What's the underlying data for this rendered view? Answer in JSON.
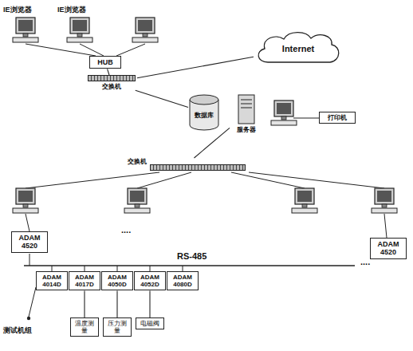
{
  "diagram": {
    "nodes": [
      {
        "text": [
          "HUB"
        ]
      },
      {
        "text": [
          "Internet"
        ]
      },
      {
        "text": [
          "交换机"
        ]
      },
      {
        "text": [
          "数据库"
        ]
      },
      {
        "text": [
          "服务器"
        ]
      },
      {
        "text": [
          "打印机"
        ]
      },
      {
        "text": [
          "交换机"
        ]
      },
      {
        "text": [
          "ADAM 4520"
        ]
      },
      {
        "text": [
          "ADAM 4520"
        ]
      },
      {
        "text": [
          "ADAM 4014D"
        ]
      },
      {
        "text": [
          "ADAM 4017D"
        ]
      },
      {
        "text": [
          "ADAM 4050D"
        ]
      },
      {
        "text": [
          "ADAM 4052D"
        ]
      },
      {
        "text": [
          "ADAM 4080D"
        ]
      },
      {
        "text": [
          "温度测量"
        ]
      },
      {
        "text": [
          "压力测量"
        ]
      },
      {
        "text": [
          "电磁阀"
        ]
      }
    ],
    "edges": [
      {
        "from": 0,
        "to": 2,
        "arrow": "none"
      },
      {
        "from": 2,
        "to": 1,
        "arrow": "none"
      },
      {
        "from": 2,
        "to": 3,
        "arrow": "none"
      },
      {
        "from": 4,
        "to": 6,
        "arrow": "none"
      },
      {
        "from": 10,
        "to": 14,
        "arrow": "none"
      },
      {
        "from": 11,
        "to": 15,
        "arrow": "none"
      },
      {
        "from": 12,
        "to": 16,
        "arrow": "none"
      }
    ],
    "labels": [
      "IE浏览器",
      "IE浏览器",
      "RS-485",
      "....",
      "....",
      "测试机组"
    ]
  }
}
